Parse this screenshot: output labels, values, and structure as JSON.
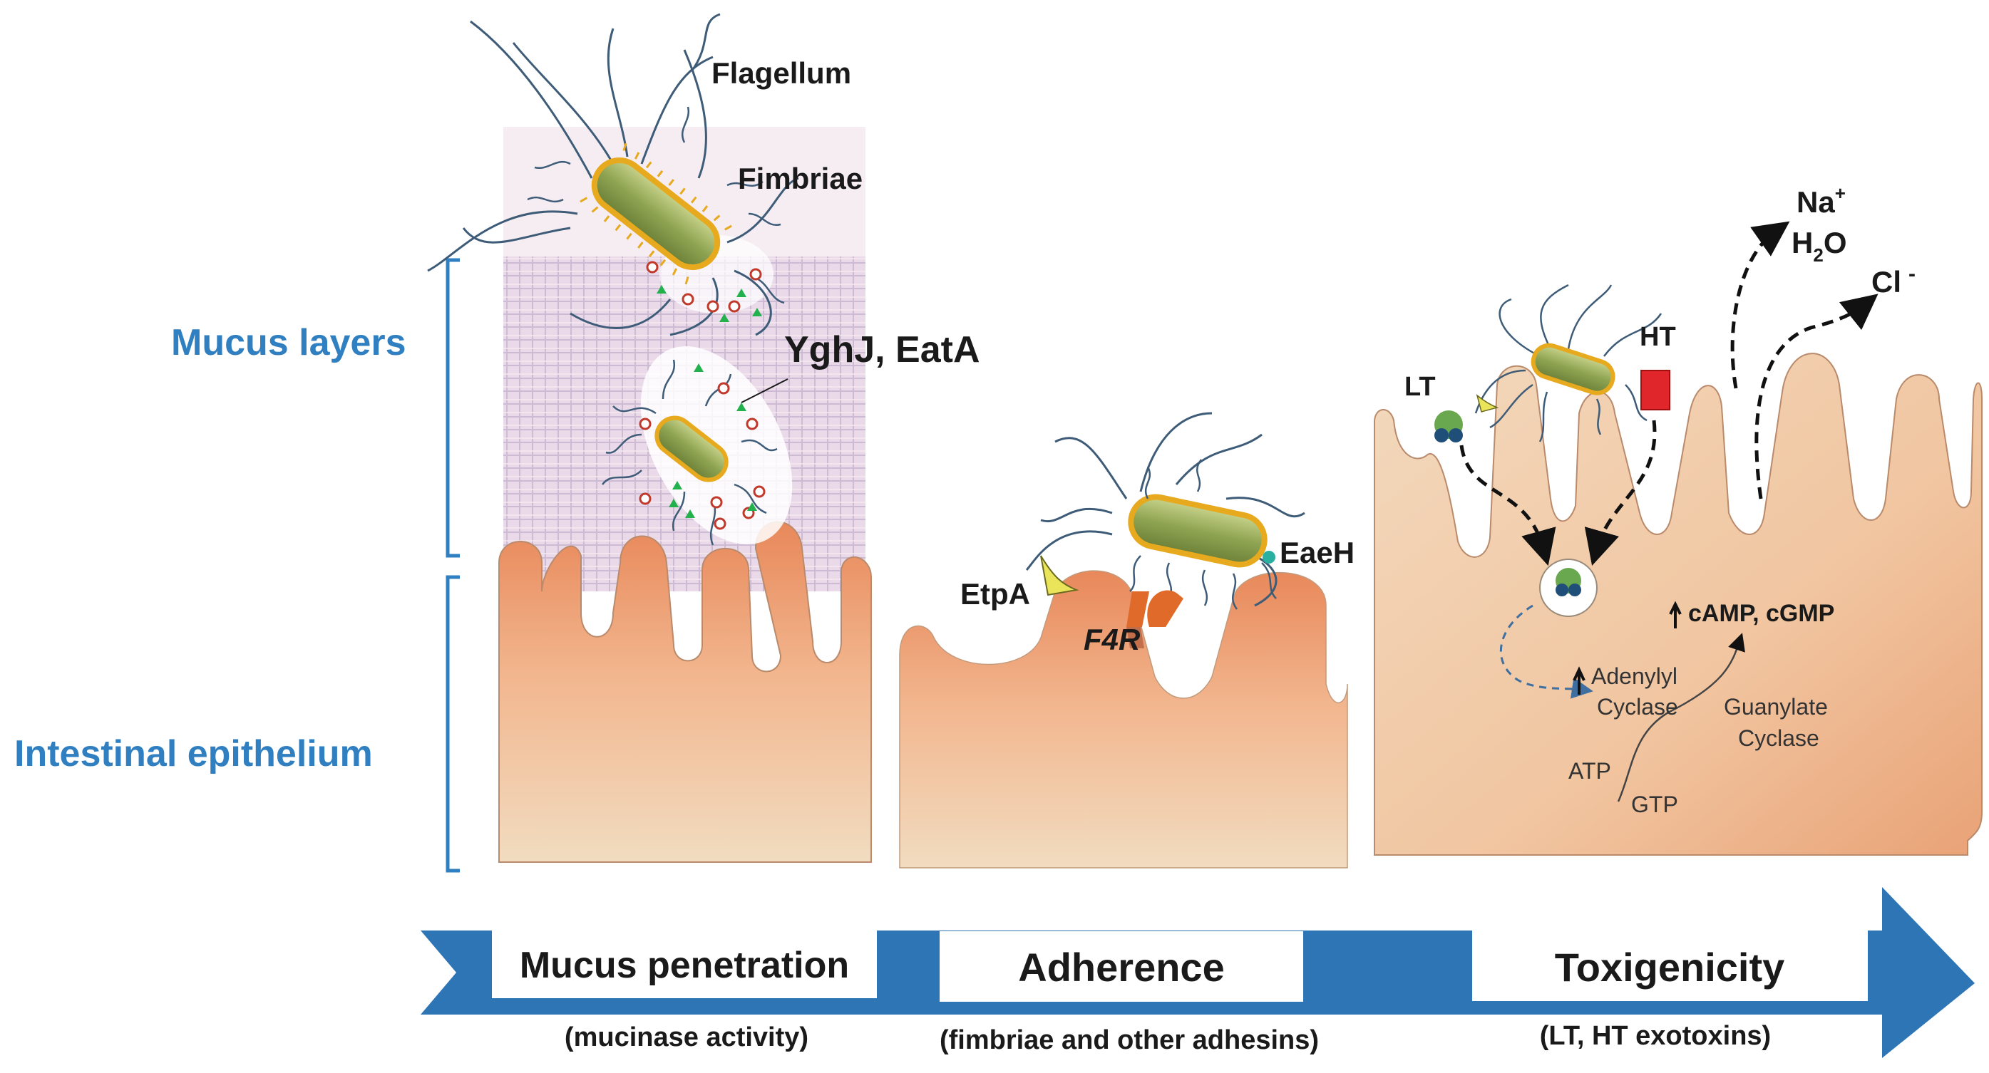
{
  "side_labels": {
    "mucus_layers": "Mucus layers",
    "intestinal_epithelium": "Intestinal epithelium"
  },
  "panel1": {
    "flagellum": "Flagellum",
    "fimbriae": "Fimbriae",
    "proteases": "YghJ, EatA"
  },
  "panel2": {
    "etpa": "EtpA",
    "eaeh": "EaeH",
    "f4r": "F4R"
  },
  "panel3": {
    "lt": "LT",
    "ht": "HT",
    "na": "Na",
    "na_sup": "+",
    "h2o_h": "H",
    "h2o_sub": "2",
    "h2o_o": "O",
    "cl": "Cl",
    "cl_sup": "-",
    "camp": "cAMP, cGMP",
    "adenylyl1": "Adenylyl",
    "adenylyl2": "Cyclase",
    "guanylate1": "Guanylate",
    "guanylate2": "Cyclase",
    "atp": "ATP",
    "gtp": "GTP"
  },
  "stages": [
    {
      "title": "Mucus penetration",
      "subtitle": "(mucinase activity)"
    },
    {
      "title": "Adherence",
      "subtitle": "(fimbriae and other adhesins)"
    },
    {
      "title": "Toxigenicity",
      "subtitle": "(LT, HT exotoxins)"
    }
  ],
  "colors": {
    "arrow_blue": "#2e75b6",
    "label_blue": "#2f7fc1",
    "tissue_top": "#e8885a",
    "tissue_bottom": "#f1dcc0",
    "bacterium_body": "#8fa452",
    "bacterium_outline": "#e7a91e",
    "flagella": "#3e5c78"
  }
}
